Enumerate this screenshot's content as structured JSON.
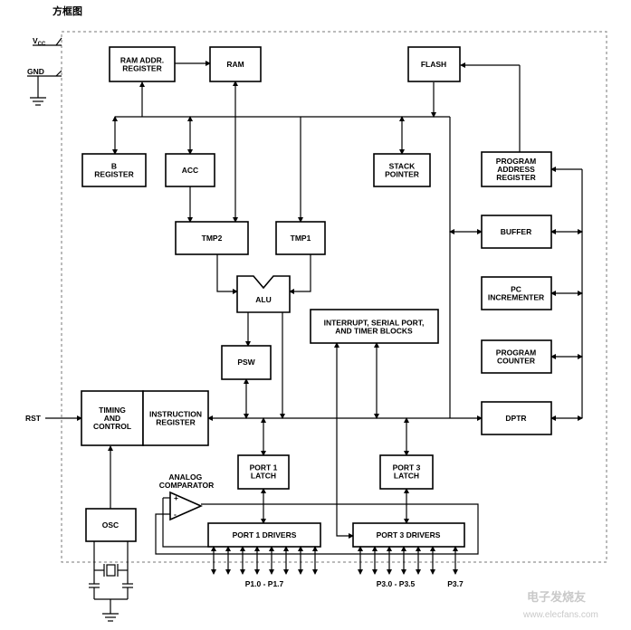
{
  "title": "方框图",
  "pins": {
    "vcc": "V",
    "vcc_sub": "CC",
    "gnd": "GND",
    "rst": "RST"
  },
  "blocks": {
    "ram_addr": [
      "RAM ADDR.",
      "REGISTER"
    ],
    "ram": [
      "RAM"
    ],
    "flash": [
      "FLASH"
    ],
    "b_reg": [
      "B",
      "REGISTER"
    ],
    "acc": [
      "ACC"
    ],
    "stack_ptr": [
      "STACK",
      "POINTER"
    ],
    "prog_addr_reg": [
      "PROGRAM",
      "ADDRESS",
      "REGISTER"
    ],
    "buffer": [
      "BUFFER"
    ],
    "tmp2": [
      "TMP2"
    ],
    "tmp1": [
      "TMP1"
    ],
    "alu": [
      "ALU"
    ],
    "pc_inc": [
      "PC",
      "INCREMENTER"
    ],
    "interrupt": [
      "INTERRUPT, SERIAL PORT,",
      "AND TIMER BLOCKS"
    ],
    "psw": [
      "PSW"
    ],
    "prog_counter": [
      "PROGRAM",
      "COUNTER"
    ],
    "timing": [
      "TIMING",
      "AND",
      "CONTROL"
    ],
    "instr_reg": [
      "INSTRUCTION",
      "REGISTER"
    ],
    "dptr": [
      "DPTR"
    ],
    "port1_latch": [
      "PORT 1",
      "LATCH"
    ],
    "port3_latch": [
      "PORT 3",
      "LATCH"
    ],
    "osc": [
      "OSC"
    ],
    "port1_drivers": [
      "PORT 1 DRIVERS"
    ],
    "port3_drivers": [
      "PORT 3 DRIVERS"
    ]
  },
  "labels": {
    "analog_comparator": [
      "ANALOG",
      "COMPARATOR"
    ],
    "plus": "+",
    "minus": "-",
    "p1": "P1.0 - P1.7",
    "p3": "P3.0 - P3.5",
    "p37": "P3.7"
  },
  "watermark": {
    "brand": "电子发烧友",
    "url": "www.elecfans.com"
  }
}
